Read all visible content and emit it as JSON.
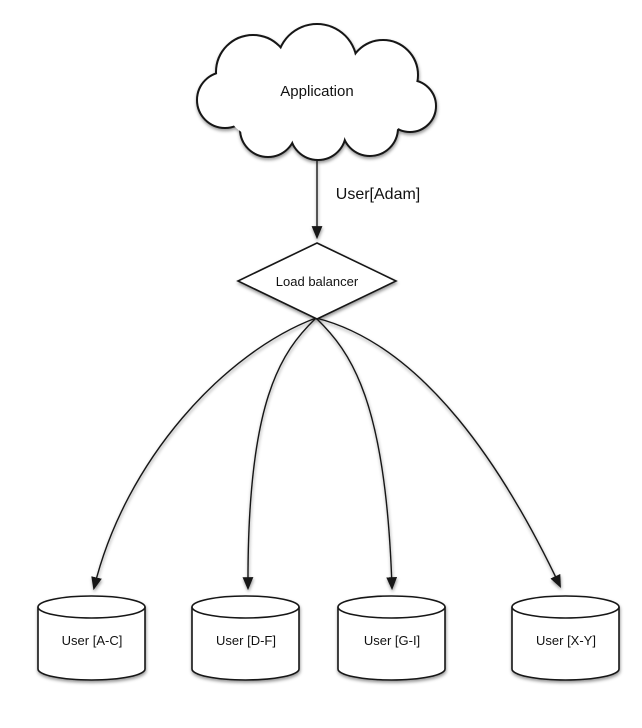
{
  "diagram": {
    "type": "sharding-load-balancing-flow",
    "nodes": {
      "application": {
        "label": "Application",
        "shape": "cloud"
      },
      "load_balancer": {
        "label": "Load balancer",
        "shape": "diamond"
      },
      "databases": [
        {
          "label": "User [A-C]",
          "shape": "cylinder"
        },
        {
          "label": "User [D-F]",
          "shape": "cylinder"
        },
        {
          "label": "User [G-I]",
          "shape": "cylinder"
        },
        {
          "label": "User [X-Y]",
          "shape": "cylinder"
        }
      ]
    },
    "edges": [
      {
        "from": "Application",
        "to": "Load balancer",
        "label": "User[Adam]"
      },
      {
        "from": "Load balancer",
        "to": "User [A-C]",
        "label": ""
      },
      {
        "from": "Load balancer",
        "to": "User [D-F]",
        "label": ""
      },
      {
        "from": "Load balancer",
        "to": "User [G-I]",
        "label": ""
      },
      {
        "from": "Load balancer",
        "to": "User [X-Y]",
        "label": ""
      }
    ],
    "colors": {
      "stroke": "#161616",
      "fill": "#ffffff",
      "shadow": "#000000",
      "background": "#ffffff"
    }
  }
}
